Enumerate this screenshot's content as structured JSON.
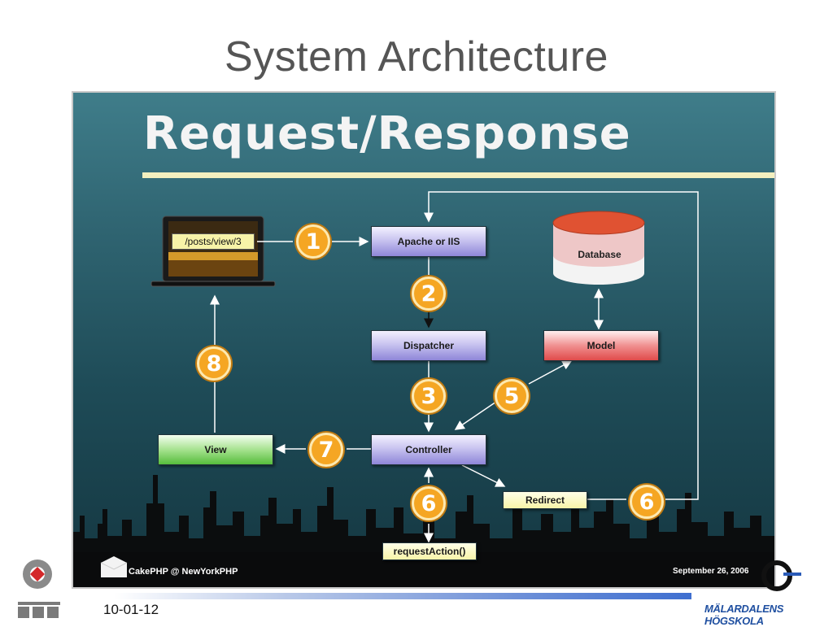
{
  "slide": {
    "title": "System Architecture",
    "date": "10-01-12",
    "university": "MÄLARDALENS HÖGSKOLA"
  },
  "diagram": {
    "heading": "Request/Response",
    "url": "/posts/view/3",
    "nodes": {
      "apache": "Apache or IIS",
      "dispatcher": "Dispatcher",
      "database": "Database",
      "model": "Model",
      "controller": "Controller",
      "view": "View",
      "redirect": "Redirect",
      "request_action": "requestAction()"
    },
    "steps": [
      "1",
      "2",
      "3",
      "5",
      "6",
      "6",
      "7",
      "8"
    ],
    "footer_left": "CakePHP @ NewYorkPHP",
    "footer_right": "September 26, 2006"
  },
  "colors": {
    "background_top": "#3f7d8a",
    "background_bottom": "#143640",
    "step_badge": "#f5a623",
    "title_rule": "#f3efbf",
    "slide_title": "#555555"
  },
  "icons": [
    "laptop-icon",
    "cake-logo-icon",
    "fer-logo-icon",
    "mdh-logo-icon"
  ]
}
